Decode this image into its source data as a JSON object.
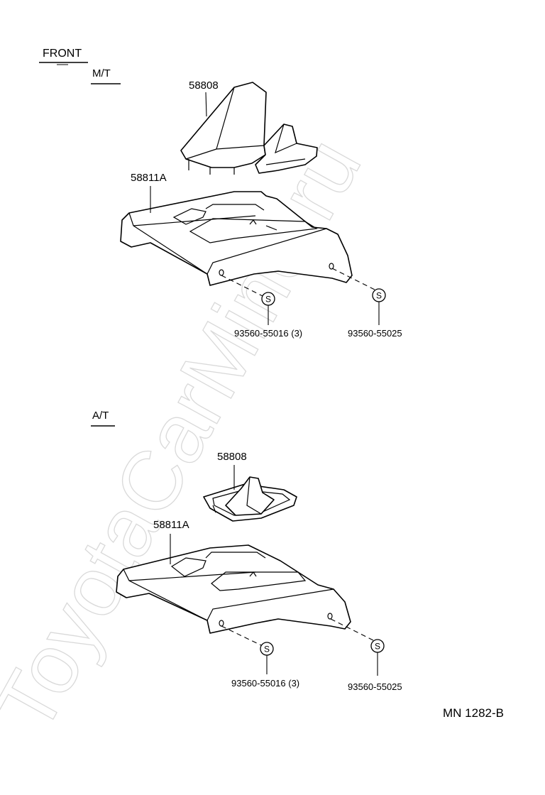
{
  "diagram": {
    "watermark": "ToyotaCarMine.ru",
    "header_front": "FRONT",
    "mt": {
      "section_label": "M/T",
      "boot_part_no": "58808",
      "panel_part_no": "58811A",
      "clip_symbol": "S",
      "screw_left_part_no": "93560-55016 (3)",
      "screw_right_part_no": "93560-55025"
    },
    "at": {
      "section_label": "A/T",
      "boot_part_no": "58808",
      "panel_part_no": "58811A",
      "clip_symbol": "S",
      "screw_left_part_no": "93560-55016 (3)",
      "screw_right_part_no": "93560-55025"
    },
    "diagram_code": "MN 1282-B"
  }
}
